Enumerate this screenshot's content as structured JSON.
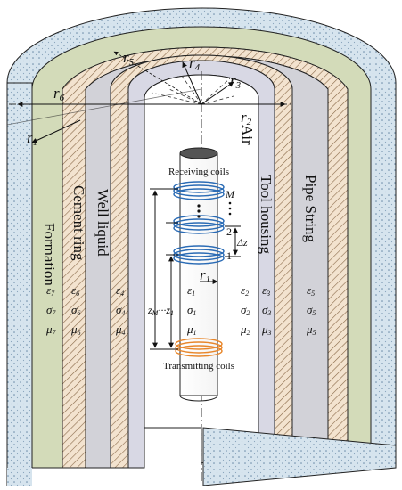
{
  "radii": {
    "r1": "r",
    "r1_sub": "1",
    "r2": "r",
    "r2_sub": "2",
    "r3": "r",
    "r3_sub": "3",
    "r4": "r",
    "r4_sub": "4",
    "r5": "r",
    "r5_sub": "5",
    "r6": "r",
    "r6_sub": "6"
  },
  "tool_radius": {
    "symbol": "r",
    "sub": "1"
  },
  "regions": {
    "formation": "Formation",
    "cement_ring": "Cement ring",
    "well_liquid": "Well liquid",
    "air": "Air",
    "tool_housing": "Tool housing",
    "pipe_string": "Pipe String"
  },
  "coils": {
    "receiving": "Receiving coils",
    "transmitting": "Transmitting coils",
    "index_M": "M",
    "index_2": "2",
    "index_1": "1",
    "spacing": "Δz",
    "distance": "z",
    "distance_M": "M",
    "distance_ellipsis": "···",
    "distance_1": "1"
  },
  "params": {
    "formation": {
      "eps": "ε",
      "sig": "σ",
      "mu": "μ",
      "sub": "7"
    },
    "cement": {
      "eps": "ε",
      "sig": "σ",
      "mu": "μ",
      "sub": "6"
    },
    "liquid": {
      "eps": "ε",
      "sig": "σ",
      "mu": "μ",
      "sub": "4"
    },
    "inner": {
      "eps": "ε",
      "sig": "σ",
      "mu": "μ",
      "sub": "1"
    },
    "air": {
      "eps": "ε",
      "sig": "σ",
      "mu": "μ",
      "sub": "2"
    },
    "housing": {
      "eps": "ε",
      "sig": "σ",
      "mu": "μ",
      "sub": "3"
    },
    "pipe": {
      "eps": "ε",
      "sig": "σ",
      "mu": "μ",
      "sub": "5"
    }
  },
  "colors": {
    "formation": "#d6e4ee",
    "cement": "#d3dbb9",
    "hatch": "#f0ddc8",
    "gray_band": "#d2d2d8",
    "air_ring": "#d8d8e4",
    "tool_body": "#555555",
    "receiving_coil": "#2a6bb5",
    "transmitting_coil": "#e8862a"
  }
}
